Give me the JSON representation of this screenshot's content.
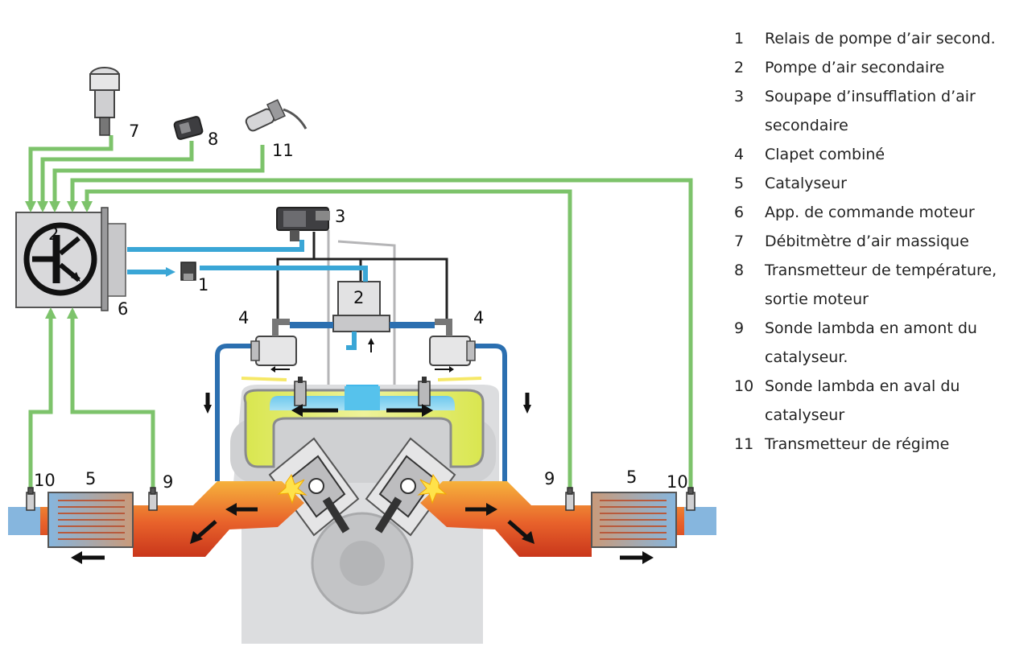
{
  "colors": {
    "signal_wire": "#7dc36b",
    "air_hose": "#3aa6d6",
    "vacuum_line": "#222222",
    "exhaust_hot": "#e8622b",
    "exhaust_cool": "#86b6de",
    "engine_block": "#d7d8da",
    "fresh_air_zone": "#5cc8ec",
    "mixture_zone": "#d4e35a",
    "water_hose": "#2b6fb0"
  },
  "callouts": {
    "relay": "1",
    "pump_center": "2",
    "control_unit_overlap": "2",
    "valve": "3",
    "combi_valve_left": "4",
    "combi_valve_right": "4",
    "catalyst_left": "5",
    "catalyst_right": "5",
    "control_unit": "6",
    "air_mass_meter": "7",
    "temp_sender": "8",
    "lambda_upstream_left": "9",
    "lambda_upstream_right": "9",
    "lambda_downstream_left": "10",
    "lambda_downstream_right": "10",
    "speed_sender": "11"
  },
  "legend": [
    {
      "num": "1",
      "text": "Relais de pompe d’air second."
    },
    {
      "num": "2",
      "text": "Pompe d’air secondaire"
    },
    {
      "num": "3",
      "text": "Soupape d’insufflation d’air secondaire"
    },
    {
      "num": "4",
      "text": "Clapet combiné"
    },
    {
      "num": "5",
      "text": "Catalyseur"
    },
    {
      "num": "6",
      "text": "App. de commande moteur"
    },
    {
      "num": "7",
      "text": "Débitmètre d’air massique"
    },
    {
      "num": "8",
      "text": "Transmetteur de température, sortie moteur"
    },
    {
      "num": "9",
      "text": "Sonde lambda en amont du catalyseur."
    },
    {
      "num": "10",
      "text": "Sonde lambda en aval du catalyseur"
    },
    {
      "num": "11",
      "text": "Transmetteur de régime"
    }
  ]
}
